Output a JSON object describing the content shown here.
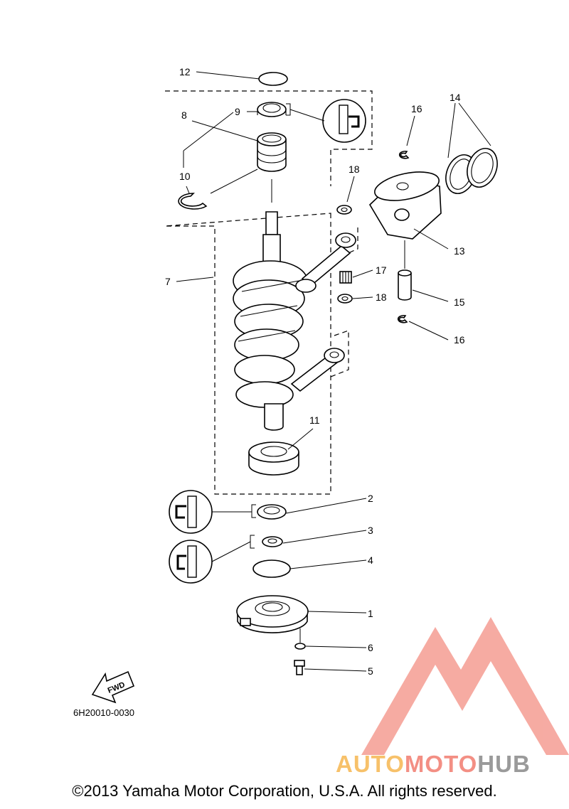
{
  "callouts": [
    "1",
    "2",
    "3",
    "4",
    "5",
    "6",
    "7",
    "8",
    "9",
    "10",
    "11",
    "12",
    "13",
    "14",
    "15",
    "16",
    "17",
    "18"
  ],
  "fwd_label": "FWD",
  "ref_code": "6H20010-0030",
  "watermark": {
    "part1": "AUTO",
    "part2": "MOTO",
    "part3": "HUB"
  },
  "copyright": "©2013 Yamaha Motor Corporation, U.S.A. All rights reserved.",
  "colors": {
    "watermark_red": "#f38f84",
    "watermark_orange": "#f7c16a",
    "watermark_gray": "#9a9a9a",
    "line": "#000000"
  },
  "icons": [
    "lubricant-grease-icon",
    "fwd-arrow-icon",
    "automotohub-logo-icon"
  ]
}
